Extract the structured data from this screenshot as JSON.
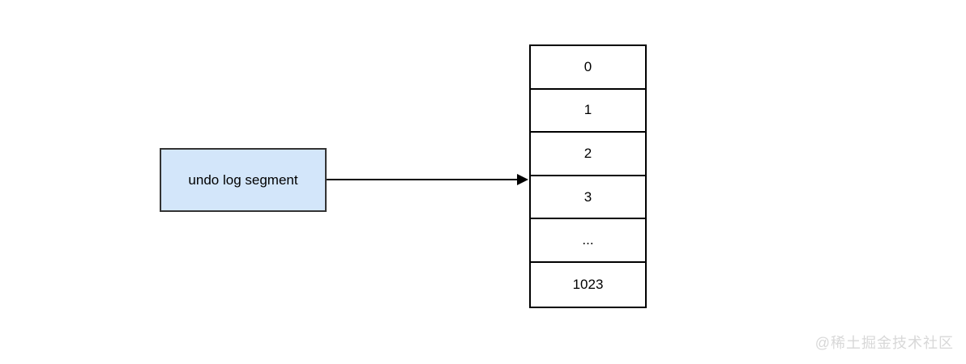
{
  "page": {
    "background_color": "#ffffff"
  },
  "diagram": {
    "source_box": {
      "label": "undo log segment",
      "fill_color": "#d3e6fa",
      "border_color": "#333333",
      "text_color": "#000000"
    },
    "arrow": {
      "direction": "right",
      "color": "#000000"
    },
    "segment_table": {
      "cells": [
        "0",
        "1",
        "2",
        "3",
        "...",
        "1023"
      ],
      "fill_color": "#ffffff",
      "border_color": "#000000"
    },
    "watermark": "@稀土掘金技术社区"
  }
}
